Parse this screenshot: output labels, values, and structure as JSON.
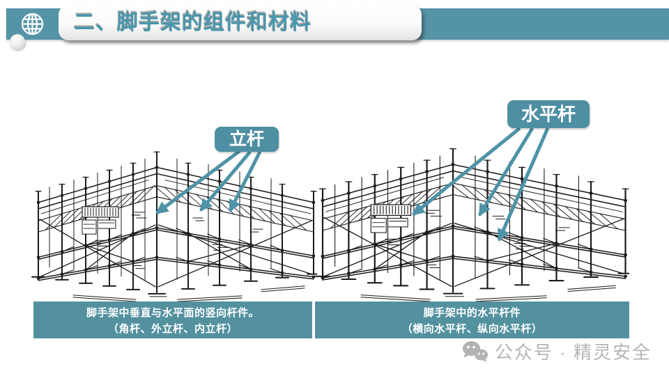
{
  "header": {
    "title": "二、脚手架的组件和材料"
  },
  "figures": {
    "left": {
      "label": "立杆",
      "caption_line1": "脚手架中垂直与水平面的竖向杆件。",
      "caption_line2": "（角杆、外立杆、内立杆）"
    },
    "right": {
      "label": "水平杆",
      "caption_line1": "脚手架中的水平杆件",
      "caption_line2": "（横向水平杆、纵向水平杆）"
    }
  },
  "footer": {
    "text": "公众号 · 精灵安全"
  },
  "icons": {
    "globe": "globe-icon",
    "wechat": "wechat-icon"
  },
  "colors": {
    "teal_bar": "#5494a6",
    "teal_label": "#4e8fa3",
    "teal_caption": "#53919f",
    "title_text": "#4896ab",
    "arrow": "#4e93a7",
    "footer_text": "#b5b5b5",
    "line_art": "#1b1b1b"
  }
}
